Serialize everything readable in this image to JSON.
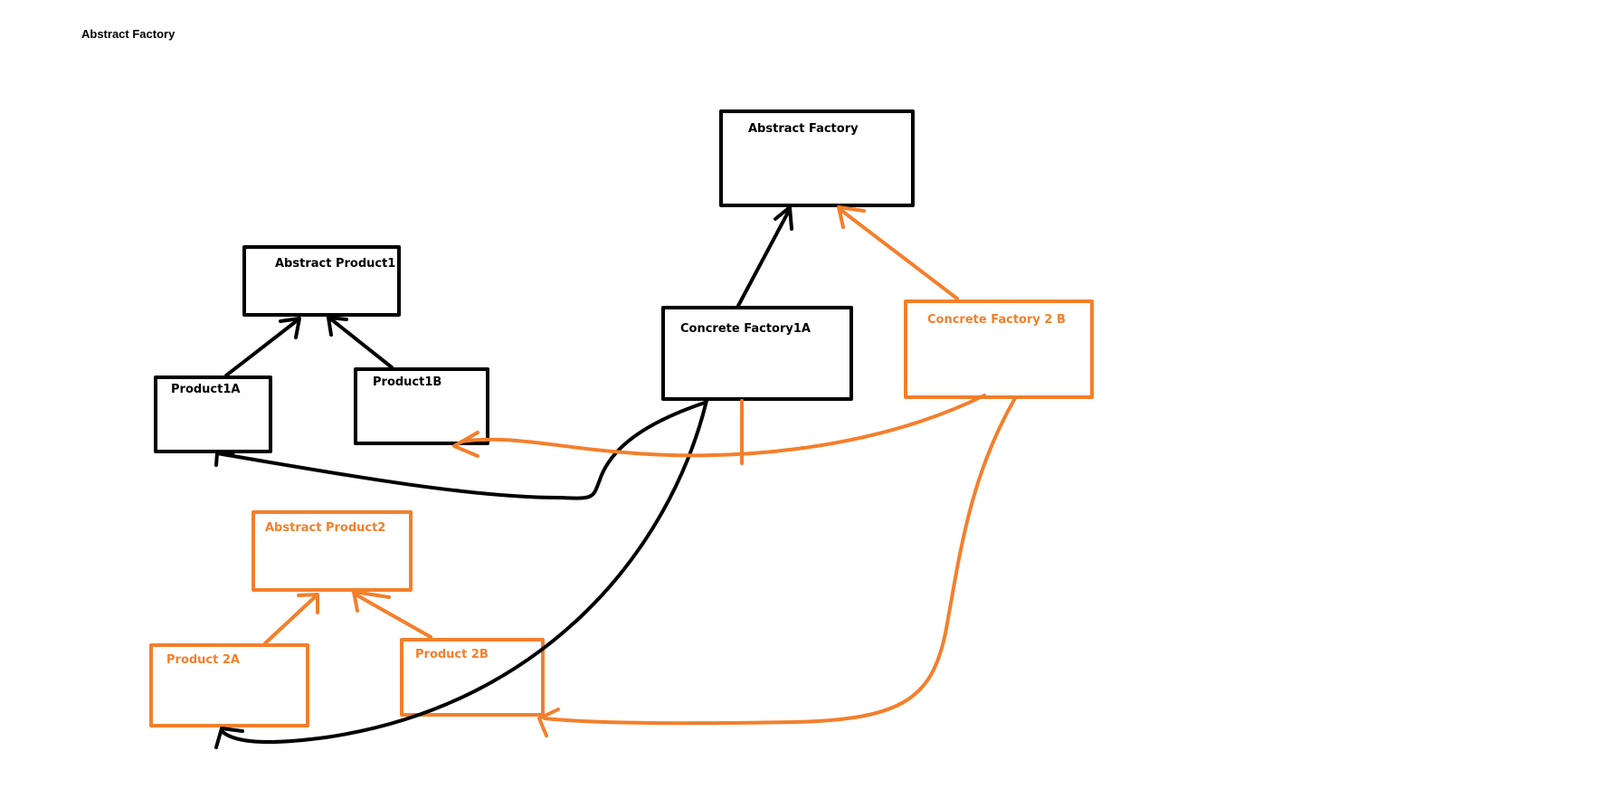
{
  "page_title": "Abstract Factory",
  "colors": {
    "black": "#000000",
    "orange": "#f47f2b"
  },
  "nodes": {
    "abstract_factory": "Abstract Factory",
    "concrete_factory_1a": "Concrete Factory1A",
    "concrete_factory_2b": "Concrete Factory 2 B",
    "abstract_product1": "Abstract Product1",
    "product1a": "Product1A",
    "product1b": "Product1B",
    "abstract_product2": "Abstract Product2",
    "product_2a": "Product 2A",
    "product_2b": "Product 2B"
  }
}
